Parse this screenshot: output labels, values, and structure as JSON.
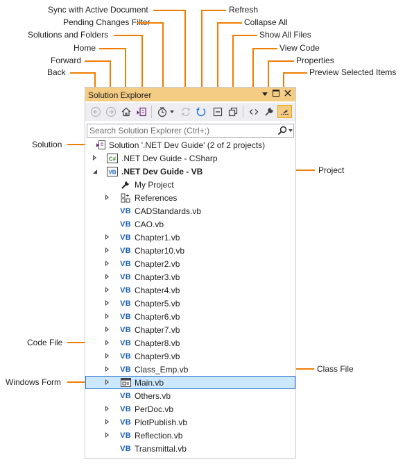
{
  "window": {
    "title": "Solution Explorer",
    "search": {
      "placeholder": "Search Solution Explorer (Ctrl+;)"
    }
  },
  "toolbar": {
    "buttons": [
      {
        "icon": "back-icon"
      },
      {
        "icon": "forward-icon"
      },
      {
        "icon": "home-icon"
      },
      {
        "icon": "solutions-and-folders-icon"
      },
      {
        "icon": "pending-changes-filter-icon"
      },
      {
        "icon": "sync-icon"
      },
      {
        "icon": "refresh-icon"
      },
      {
        "icon": "collapse-all-icon"
      },
      {
        "icon": "show-all-files-icon"
      },
      {
        "icon": "view-code-icon"
      },
      {
        "icon": "properties-icon"
      },
      {
        "icon": "preview-selected-items-icon"
      }
    ]
  },
  "tree": {
    "solution": "Solution '.NET Dev Guide' (2 of 2 projects)",
    "project_csharp": ".NET Dev Guide - CSharp",
    "project_vb": ".NET Dev Guide - VB",
    "vb_tag": "VB",
    "csharp_tag": "C#",
    "items": {
      "my_project": "My Project",
      "references": "References",
      "cadstandards": "CADStandards.vb",
      "cao": "CAO.vb",
      "chapter1": "Chapter1.vb",
      "chapter10": "Chapter10.vb",
      "chapter2": "Chapter2.vb",
      "chapter3": "Chapter3.vb",
      "chapter4": "Chapter4.vb",
      "chapter5": "Chapter5.vb",
      "chapter6": "Chapter6.vb",
      "chapter7": "Chapter7.vb",
      "chapter8": "Chapter8.vb",
      "chapter9": "Chapter9.vb",
      "class_emp": "Class_Emp.vb",
      "main": "Main.vb",
      "others": "Others.vb",
      "perdoc": "PerDoc.vb",
      "plotpublish": "PlotPublish.vb",
      "reflection": "Reflection.vb",
      "transmittal": "Transmittal.vb"
    }
  },
  "callouts": {
    "sync": "Sync with Active Document",
    "refresh": "Refresh",
    "pending": "Pending Changes Filter",
    "collapse": "Collapse All",
    "solutions_folders": "Solutions and Folders",
    "show_all": "Show All Files",
    "home": "Home",
    "view_code": "View Code",
    "forward": "Forward",
    "properties": "Properties",
    "back": "Back",
    "preview": "Preview Selected Items",
    "solution": "Solution",
    "project": "Project",
    "code_file": "Code File",
    "class_file": "Class File",
    "windows_form": "Windows Form"
  },
  "colors": {
    "accent": "#f07d00",
    "title_bar": "#f5cc84",
    "selection": "#cce8ff",
    "vb": "#1a5fb4"
  }
}
